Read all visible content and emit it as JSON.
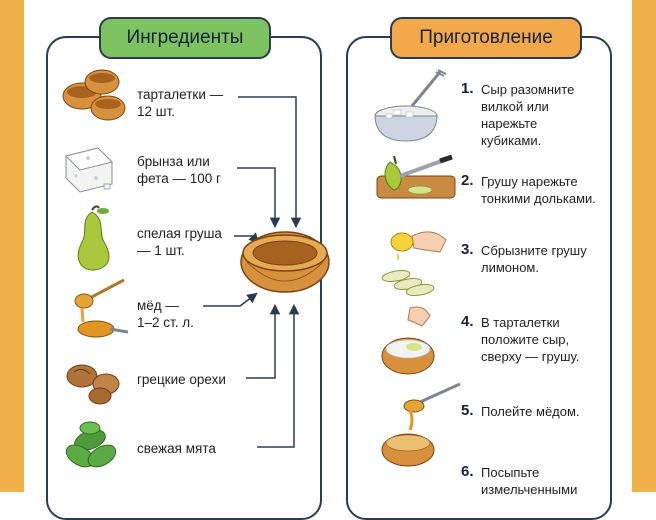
{
  "ingredients_header": "Ингредиенты",
  "preparation_header": "Приготовление",
  "ingredients": [
    {
      "name": "tartlets",
      "text": "тарталетки —\n12 шт.",
      "icon": "tartlets-icon"
    },
    {
      "name": "feta",
      "text": "брынза или\nфета — 100 г",
      "icon": "cheese-icon"
    },
    {
      "name": "pear",
      "text": "спелая груша\n— 1 шт.",
      "icon": "pear-icon"
    },
    {
      "name": "honey",
      "text": "мёд —\n1–2 ст. л.",
      "icon": "honey-icon"
    },
    {
      "name": "walnuts",
      "text": "грецкие орехи",
      "icon": "walnut-icon"
    },
    {
      "name": "mint",
      "text": "свежая мята",
      "icon": "mint-icon"
    }
  ],
  "steps": [
    {
      "num": "1.",
      "text": "Сыр разомните\nвилкой или\nнарежьте\nкубиками."
    },
    {
      "num": "2.",
      "text": "Грушу нарежьте\nтонкими дольками."
    },
    {
      "num": "3.",
      "text": "Сбрызните грушу\nлимоном."
    },
    {
      "num": "4.",
      "text": "В тарталетки\nположите сыр,\nсверху — грушу."
    },
    {
      "num": "5.",
      "text": "Полейте мёдом."
    },
    {
      "num": "6.",
      "text": "Посыпьте\nизмельченными"
    }
  ]
}
